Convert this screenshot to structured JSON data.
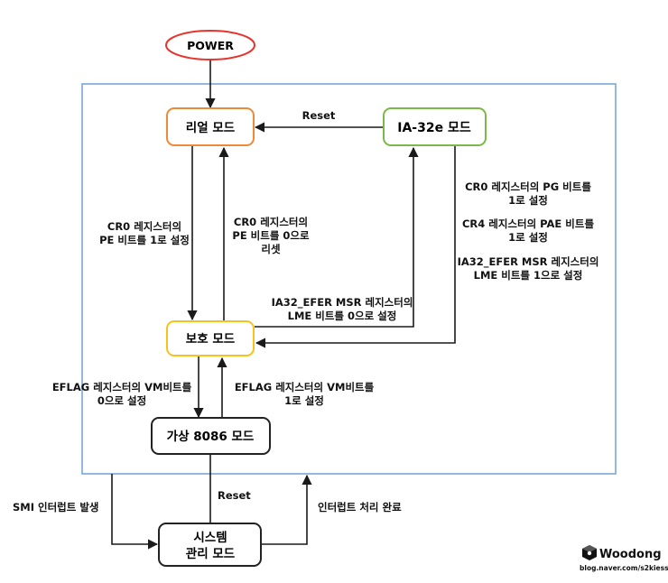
{
  "nodes": {
    "power": "POWER",
    "real_mode": "리얼 모드",
    "ia32e_mode": "IA-32e 모드",
    "protected_mode": "보호 모드",
    "virtual8086_mode": "가상 8086 모드",
    "smm": [
      "시스템",
      "관리 모드"
    ]
  },
  "edges": {
    "reset_top": "Reset",
    "real_to_prot": [
      "CR0 레지스터의",
      "PE 비트를 1로 설정"
    ],
    "prot_to_real": [
      "CR0 레지스터의",
      "PE 비트를 0으로",
      "리셋"
    ],
    "ia32e_conditions": [
      "CR0 레지스터의 PG 비트를",
      "1로 설정",
      "",
      "CR4 레지스터의 PAE 비트를",
      "1로 설정",
      "",
      "IA32_EFER MSR 레지스터의",
      "LME 비트를 1으로 설정"
    ],
    "prot_to_ia32e": [
      "IA32_EFER MSR 레지스터의",
      "LME 비트를 0으로 설정"
    ],
    "prot_to_v86": [
      "EFLAG 레지스터의 VM비트를",
      "0으로 설정"
    ],
    "v86_to_prot": [
      "EFLAG 레지스터의 VM비트를",
      "1로 설정"
    ],
    "smi": "SMI 인터럽트 발생",
    "reset_bottom": "Reset",
    "interrupt_done": "인터럽트 처리 완료"
  },
  "watermark": {
    "name": "Woodong",
    "url": "blog.naver.com/s2kiess"
  },
  "colors": {
    "power_border": "#e8322c",
    "frame_border": "#7aa6d6",
    "real_border": "#ec8a3a",
    "ia32e_border": "#7bb84a",
    "protected_border": "#f6c21c",
    "v86_border": "#222222",
    "smm_border": "#222222",
    "arrow": "#1a1a1a"
  }
}
